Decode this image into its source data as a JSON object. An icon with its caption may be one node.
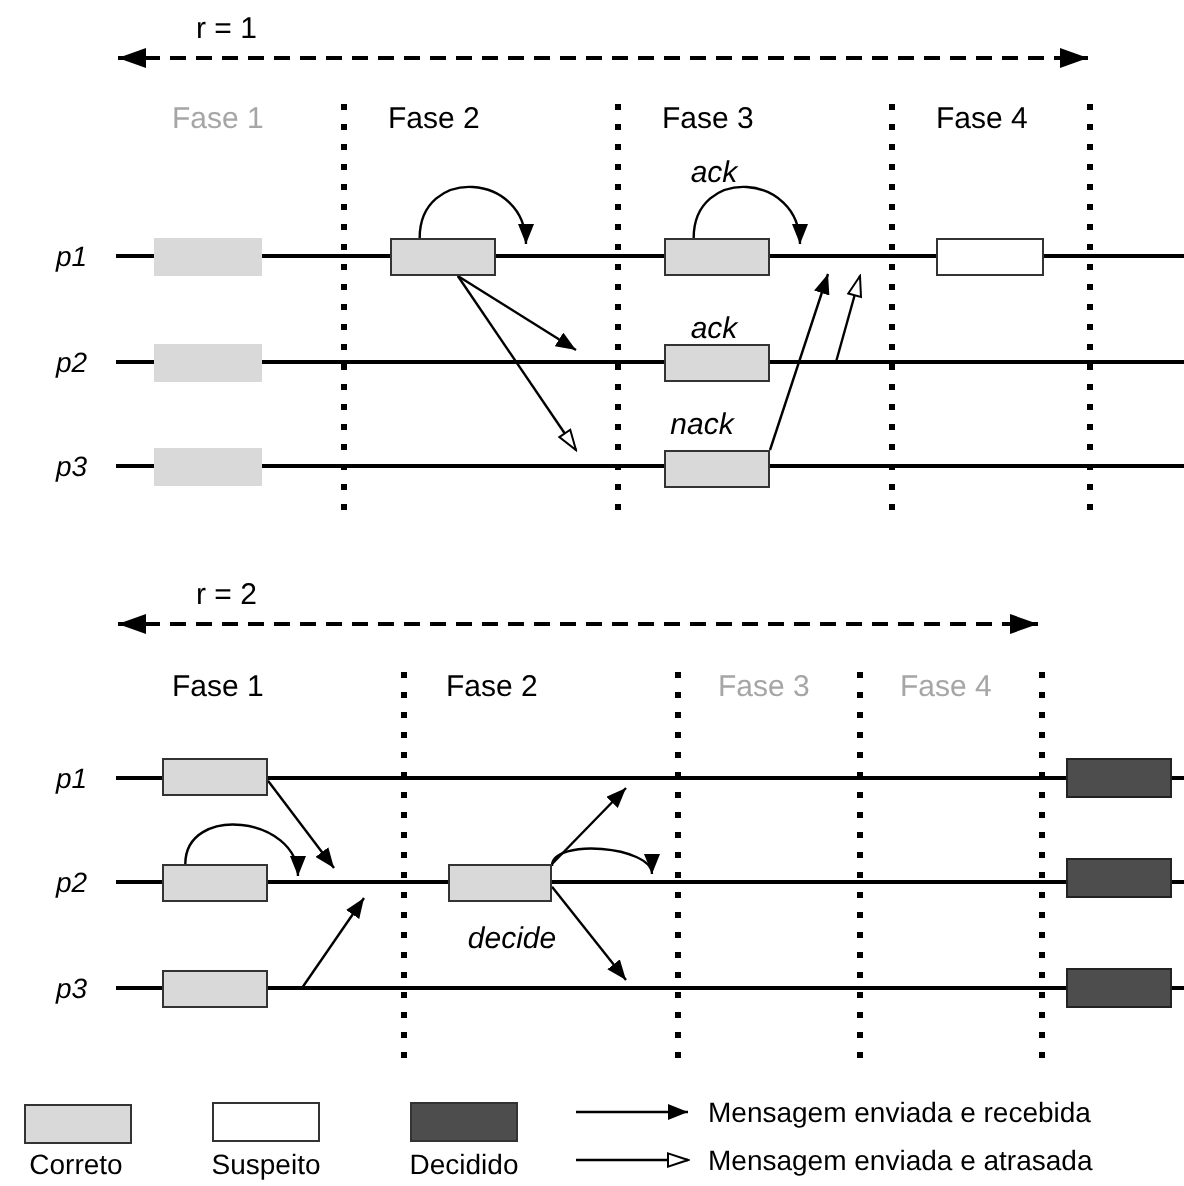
{
  "diagram": {
    "nodes": [
      {
        "text": [],
        "shape": "box"
      },
      {
        "text": [],
        "shape": "box"
      },
      {
        "text": [],
        "shape": "box",
        "beside": [
          "ack"
        ]
      },
      {
        "text": [],
        "shape": "box"
      },
      {
        "text": [],
        "shape": "box"
      },
      {
        "text": [],
        "shape": "box",
        "beside": [
          "ack"
        ]
      },
      {
        "text": [],
        "shape": "box"
      },
      {
        "text": [],
        "shape": "box",
        "beside": [
          "nack"
        ]
      },
      {
        "text": [],
        "shape": "box"
      },
      {
        "text": [],
        "shape": "box"
      },
      {
        "text": [],
        "shape": "box"
      },
      {
        "text": [],
        "shape": "box",
        "beside": [
          "decide"
        ]
      },
      {
        "text": [],
        "shape": "box"
      },
      {
        "text": [],
        "shape": "box"
      },
      {
        "text": [],
        "shape": "box"
      }
    ],
    "edges": [
      {
        "from": 1,
        "to": null,
        "arrow": "to"
      },
      {
        "from": 1,
        "to": null,
        "arrow": "to"
      },
      {
        "from": 1,
        "to": null,
        "arrow": "to"
      },
      {
        "from": 2,
        "to": null,
        "arrow": "to"
      },
      {
        "from": 7,
        "to": null,
        "arrow": "to"
      },
      {
        "from": 8,
        "to": null,
        "arrow": "to"
      },
      {
        "from": 10,
        "to": null,
        "arrow": "to"
      },
      {
        "from": 11,
        "to": null,
        "arrow": "to"
      },
      {
        "from": 11,
        "to": null,
        "arrow": "to"
      },
      {
        "from": 11,
        "to": null,
        "arrow": "to"
      }
    ],
    "labels": [
      "r = 1",
      "Fase 1",
      "Fase 2",
      "Fase 3",
      "Fase 4",
      "p1",
      "p2",
      "p3",
      "r = 2",
      "Fase 1",
      "Fase 2",
      "Fase 3",
      "Fase 4",
      "p1",
      "p2",
      "p3"
    ],
    "legend": [
      {
        "text": "Correto",
        "color": "#d9d9d9"
      },
      {
        "text": "Suspeito",
        "color": "#ffffff"
      },
      {
        "text": "Decidido",
        "color": "#4d4d4d"
      },
      {
        "text": "Mensagem enviada e recebida"
      },
      {
        "text": "Mensagem enviada e atrasada"
      }
    ]
  }
}
